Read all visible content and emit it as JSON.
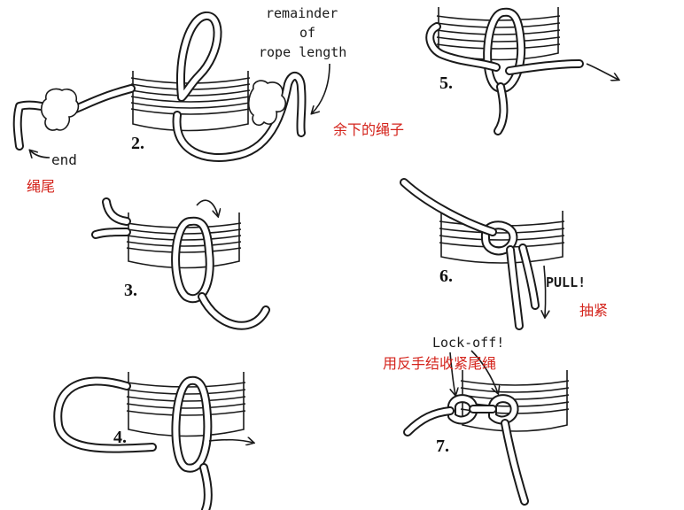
{
  "labels": {
    "remainder_line1": "remainder",
    "remainder_line2": "of",
    "remainder_line3": "rope length",
    "remainder_cn": "余下的绳子",
    "end_en": "end",
    "end_cn": "绳尾",
    "pull_en": "PULL!",
    "pull_cn": "抽紧",
    "lockoff_en": "Lock-off!",
    "lockoff_cn": "用反手结收紧尾绳"
  },
  "steps": [
    "2.",
    "3.",
    "4.",
    "5.",
    "6.",
    "7."
  ],
  "colors": {
    "annotation_cn": "#d4241c",
    "ink": "#1a1a1a"
  }
}
